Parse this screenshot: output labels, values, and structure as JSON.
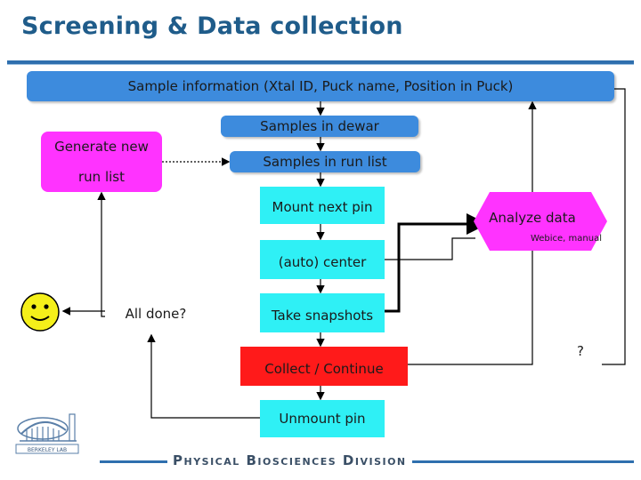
{
  "title": "Screening & Data collection",
  "boxes": {
    "sample_info": "Sample information (Xtal ID, Puck name, Position in Puck)",
    "samples_in_dewar": "Samples in dewar",
    "generate_run_list_line1": "Generate new",
    "generate_run_list_line2": "run list",
    "samples_in_run_list": "Samples in run list",
    "mount_next_pin": "Mount next pin",
    "analyze_data": "Analyze data",
    "analyze_data_sub": "Webice, manual",
    "auto_center": "(auto) center",
    "all_done": "All done?",
    "take_snapshots": "Take snapshots",
    "collect_continue": "Collect / Continue",
    "unmount_pin": "Unmount pin",
    "question": "?"
  },
  "footer": {
    "division": "Physical Biosciences Division",
    "logo_text": "BERKELEY LAB"
  },
  "colors": {
    "title": "#1f5c8a",
    "blue_box": "#3d8bdd",
    "cyan_box": "#2ff0f5",
    "magenta_box": "#ff33ff",
    "red_box": "#ff1a1a",
    "smiley": "#f5f01a"
  }
}
